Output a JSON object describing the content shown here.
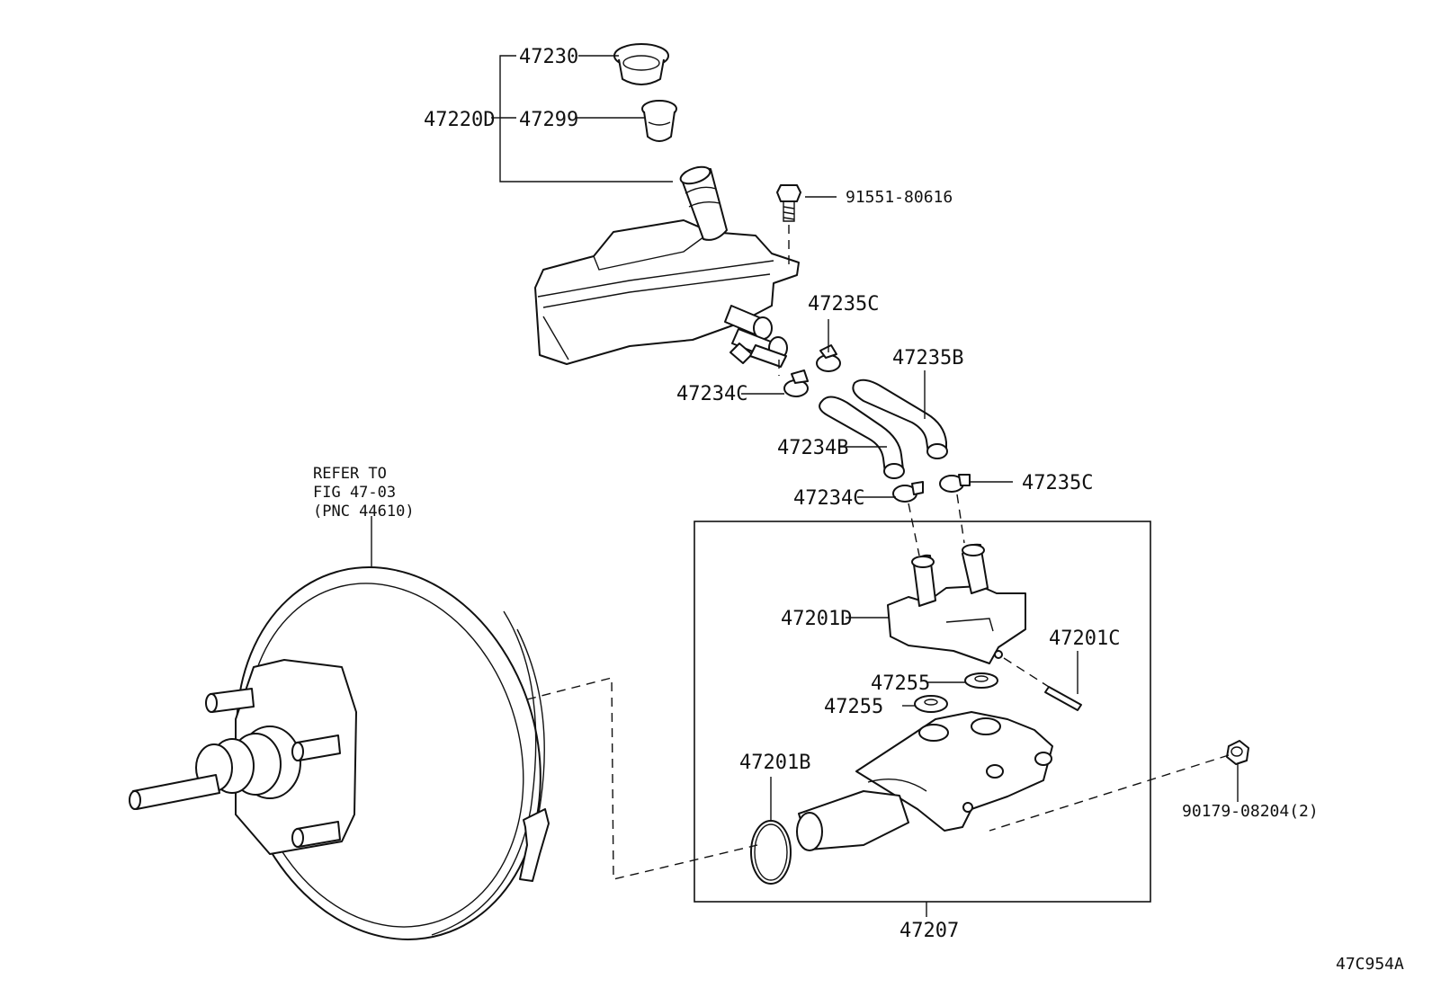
{
  "diagram": {
    "code": "47C954A",
    "reference_note": [
      "REFER TO",
      "FIG 47-03",
      "(PNC 44610)"
    ],
    "part_labels": {
      "p47230": "47230",
      "p47220D": "47220D",
      "p47299": "47299",
      "p91551": "91551-80616",
      "p47235C_top": "47235C",
      "p47235B": "47235B",
      "p47234C_top": "47234C",
      "p47234B": "47234B",
      "p47234C_mid": "47234C",
      "p47235C_mid": "47235C",
      "p47201D": "47201D",
      "p47201C": "47201C",
      "p47255_a": "47255",
      "p47255_b": "47255",
      "p47201B": "47201B",
      "p90179": "90179-08204(2)",
      "p47207": "47207"
    }
  }
}
